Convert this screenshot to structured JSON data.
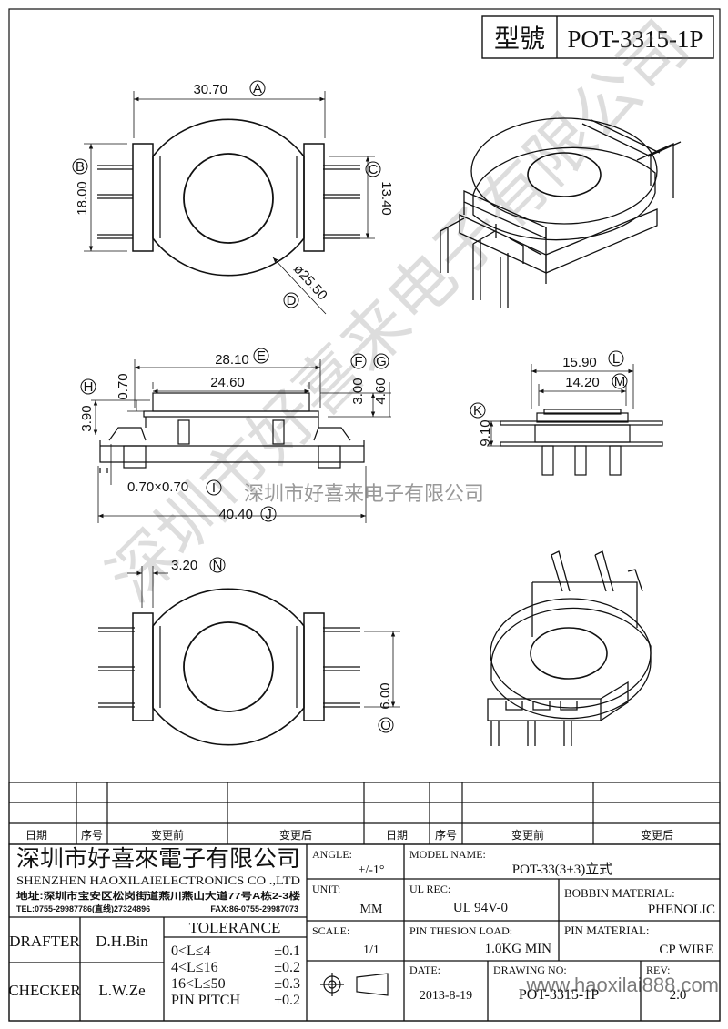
{
  "header": {
    "model_label": "型號",
    "model_value": "POT-3315-1P"
  },
  "dimensions": {
    "top_width": "30.70",
    "top_width_tag": "A",
    "height_b": "18.00",
    "height_b_tag": "B",
    "height_c": "13.40",
    "height_c_tag": "C",
    "dia": "ø25.50",
    "dia_tag": "D",
    "flange_len": "28.10",
    "flange_len_tag": "E",
    "inner_len": "24.60",
    "thick": "0.70",
    "h_f": "3.00",
    "h_f_tag": "F",
    "h_g": "4.60",
    "h_g_tag": "G",
    "h_h": "3.90",
    "h_h_tag": "H",
    "pin_sec": "0.70×0.70",
    "pin_sec_tag": "I",
    "total_len": "40.40",
    "total_len_tag": "J",
    "side_w_l": "15.90",
    "side_w_l_tag": "L",
    "side_w_m": "14.20",
    "side_w_m_tag": "M",
    "side_h_k": "9.10",
    "side_h_k_tag": "K",
    "pitch_n": "3.20",
    "pitch_n_tag": "N",
    "spacing_o": "6.00",
    "spacing_o_tag": "O"
  },
  "watermark": {
    "center_text": "深圳市好喜来电子有限公司",
    "diagonal_text": "深圳市好喜来电子有限公司"
  },
  "revision": {
    "headers": [
      "日期",
      "序号",
      "变更前",
      "变更后",
      "日期",
      "序号",
      "变更前",
      "变更后"
    ]
  },
  "titleblock": {
    "company_cn": "深圳市好喜來電子有限公司",
    "company_en": "SHENZHEN HAOXILAIELECTRONICS CO .,LTD",
    "address": "地址:深圳市宝安区松岗街道燕川燕山大道77号A栋2-3楼",
    "tel": "TEL:0755-29987786(直线)27324896",
    "fax": "FAX:86-0755-29987073",
    "drafter_label": "DRAFTER",
    "drafter_value": "D.H.Bin",
    "checker_label": "CHECKER",
    "checker_value": "L.W.Ze",
    "tolerance_title": "TOLERANCE",
    "tol1_range": "0<L≤4",
    "tol1_val": "±0.1",
    "tol2_range": "4<L≤16",
    "tol2_val": "±0.2",
    "tol3_range": "16<L≤50",
    "tol3_val": "±0.3",
    "tol4_range": "PIN PITCH",
    "tol4_val": "±0.2",
    "angle_label": "ANGLE:",
    "angle_value": "+/-1°",
    "unit_label": "UNIT:",
    "unit_value": "MM",
    "scale_label": "SCALE:",
    "scale_value": "1/1",
    "model_name_label": "MODEL NAME:",
    "model_name_value": "POT-33(3+3)立式",
    "ul_label": "UL REC:",
    "ul_value": "UL 94V-0",
    "bobbin_label": "BOBBIN MATERIAL:",
    "bobbin_value": "PHENOLIC",
    "load_label": "PIN THESION LOAD:",
    "load_value": "1.0KG MIN",
    "pin_mat_label": "PIN MATERIAL:",
    "pin_mat_value": "CP  WIRE",
    "date_label": "DATE:",
    "date_value": "2013-8-19",
    "drawing_no_label": "DRAWING NO:",
    "drawing_no_value": "POT-3315-1P",
    "rev_label": "REV:",
    "rev_value": "2.0",
    "site_watermark": "www.haoxilai888.com"
  }
}
